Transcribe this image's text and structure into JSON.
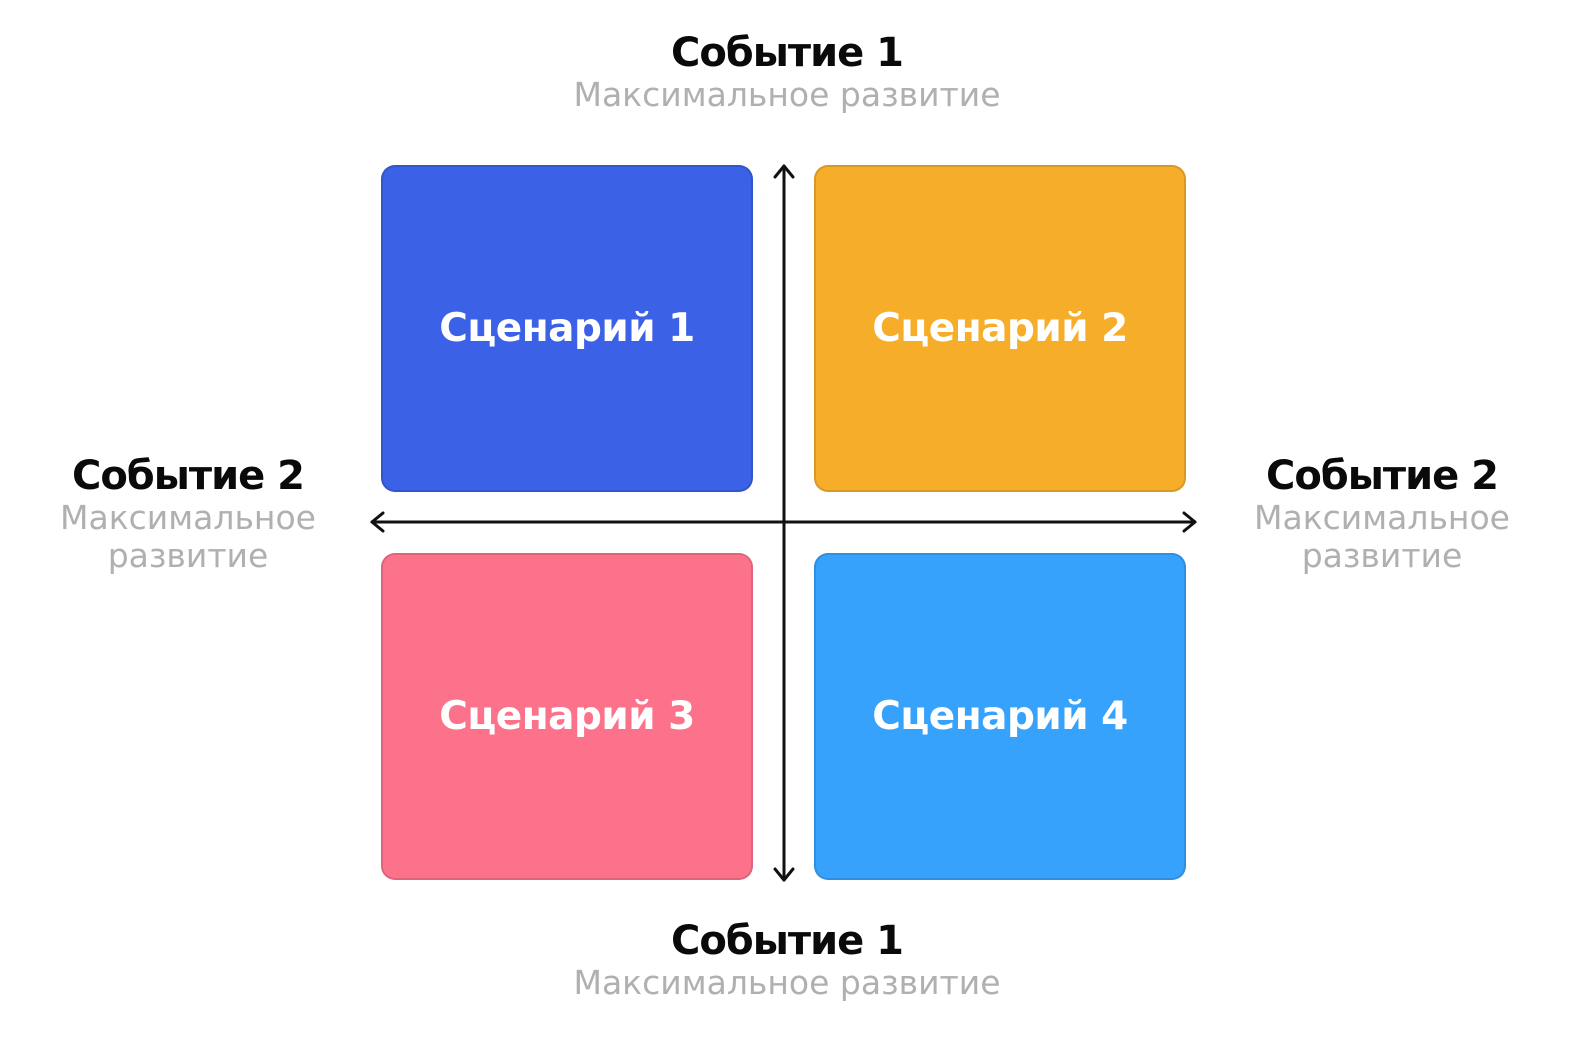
{
  "axes": {
    "top": {
      "title": "Событие 1",
      "subtitle": "Максимальное развитие"
    },
    "bottom": {
      "title": "Событие 1",
      "subtitle": "Максимальное развитие"
    },
    "left": {
      "title": "Событие 2",
      "subtitle": "Максимальное развитие"
    },
    "right": {
      "title": "Событие 2",
      "subtitle": "Максимальное развитие"
    }
  },
  "scenarios": [
    {
      "label": "Сценарий 1",
      "color": "#3a61e6"
    },
    {
      "label": "Сценарий 2",
      "color": "#f6ae2a"
    },
    {
      "label": "Сценарий 3",
      "color": "#fd728b"
    },
    {
      "label": "Сценарий 4",
      "color": "#36a2fc"
    }
  ],
  "colors": {
    "axis_line": "#111111",
    "title_text": "#0a0a0a",
    "subtitle_text": "#b0b0b0"
  }
}
